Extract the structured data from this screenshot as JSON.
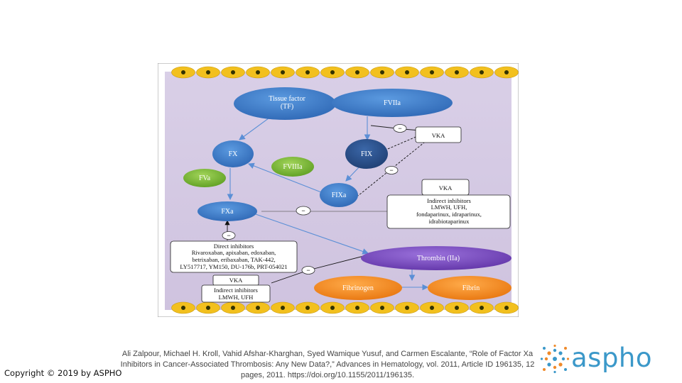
{
  "figure": {
    "nodes": {
      "tissue_factor": [
        "Tissue factor",
        "(TF)"
      ],
      "fviia": "FVIIa",
      "fx": "FX",
      "fix": "FIX",
      "fviiia": "FVIIIa",
      "fva": "FVa",
      "fixa": "FIXa",
      "fxa": "FXa",
      "thrombin": "Thrombin (IIa)",
      "fibrinogen": "Fibrinogen",
      "fibrin": "Fibrin"
    },
    "boxes": {
      "vka_top": "VKA",
      "indirect_right": [
        "VKA",
        "Indirect inhibitors",
        "LMWH, UFH,",
        "fondaparinux, idraparinux,",
        "idrabiotaparinux"
      ],
      "direct": [
        "Direct inhibitors",
        "Rivaroxaban, apixaban, edoxaban,",
        "betrixaban, eribaxaban, TAK-442,",
        "LY517717, YM150, DU-176b, PRT-054021"
      ],
      "vka_bottom": "VKA",
      "indirect_bottom": [
        "Indirect inhibitors",
        "LMWH, UFH"
      ]
    },
    "inhibit_symbol": "−",
    "colors": {
      "background": "#d8cee6",
      "blue_node": "#3f7fd0",
      "dark_blue_node": "#284f8c",
      "green_node": "#7fbf3a",
      "purple_node": "#7d4fc4",
      "orange_node": "#f58a1e",
      "cell": "#f2c01e",
      "cell_nucleus": "#333300"
    }
  },
  "caption": "Ali Zalpour, Michael H. Kroll, Vahid Afshar-Kharghan, Syed Wamique Yusuf, and Carmen Escalante, “Role of Factor Xa Inhibitors in Cancer-Associated Thrombosis: Any New Data?,” Advances in Hematology, vol. 2011, Article ID 196135, 12 pages, 2011. https://doi.org/10.1155/2011/196135.",
  "copyright": "Copyright © 2019 by ASPHO",
  "logo": {
    "text": "aspho",
    "colors": {
      "text": "#3b98c9",
      "accent_orange": "#f08a2a",
      "accent_blue": "#3b98c9"
    }
  }
}
